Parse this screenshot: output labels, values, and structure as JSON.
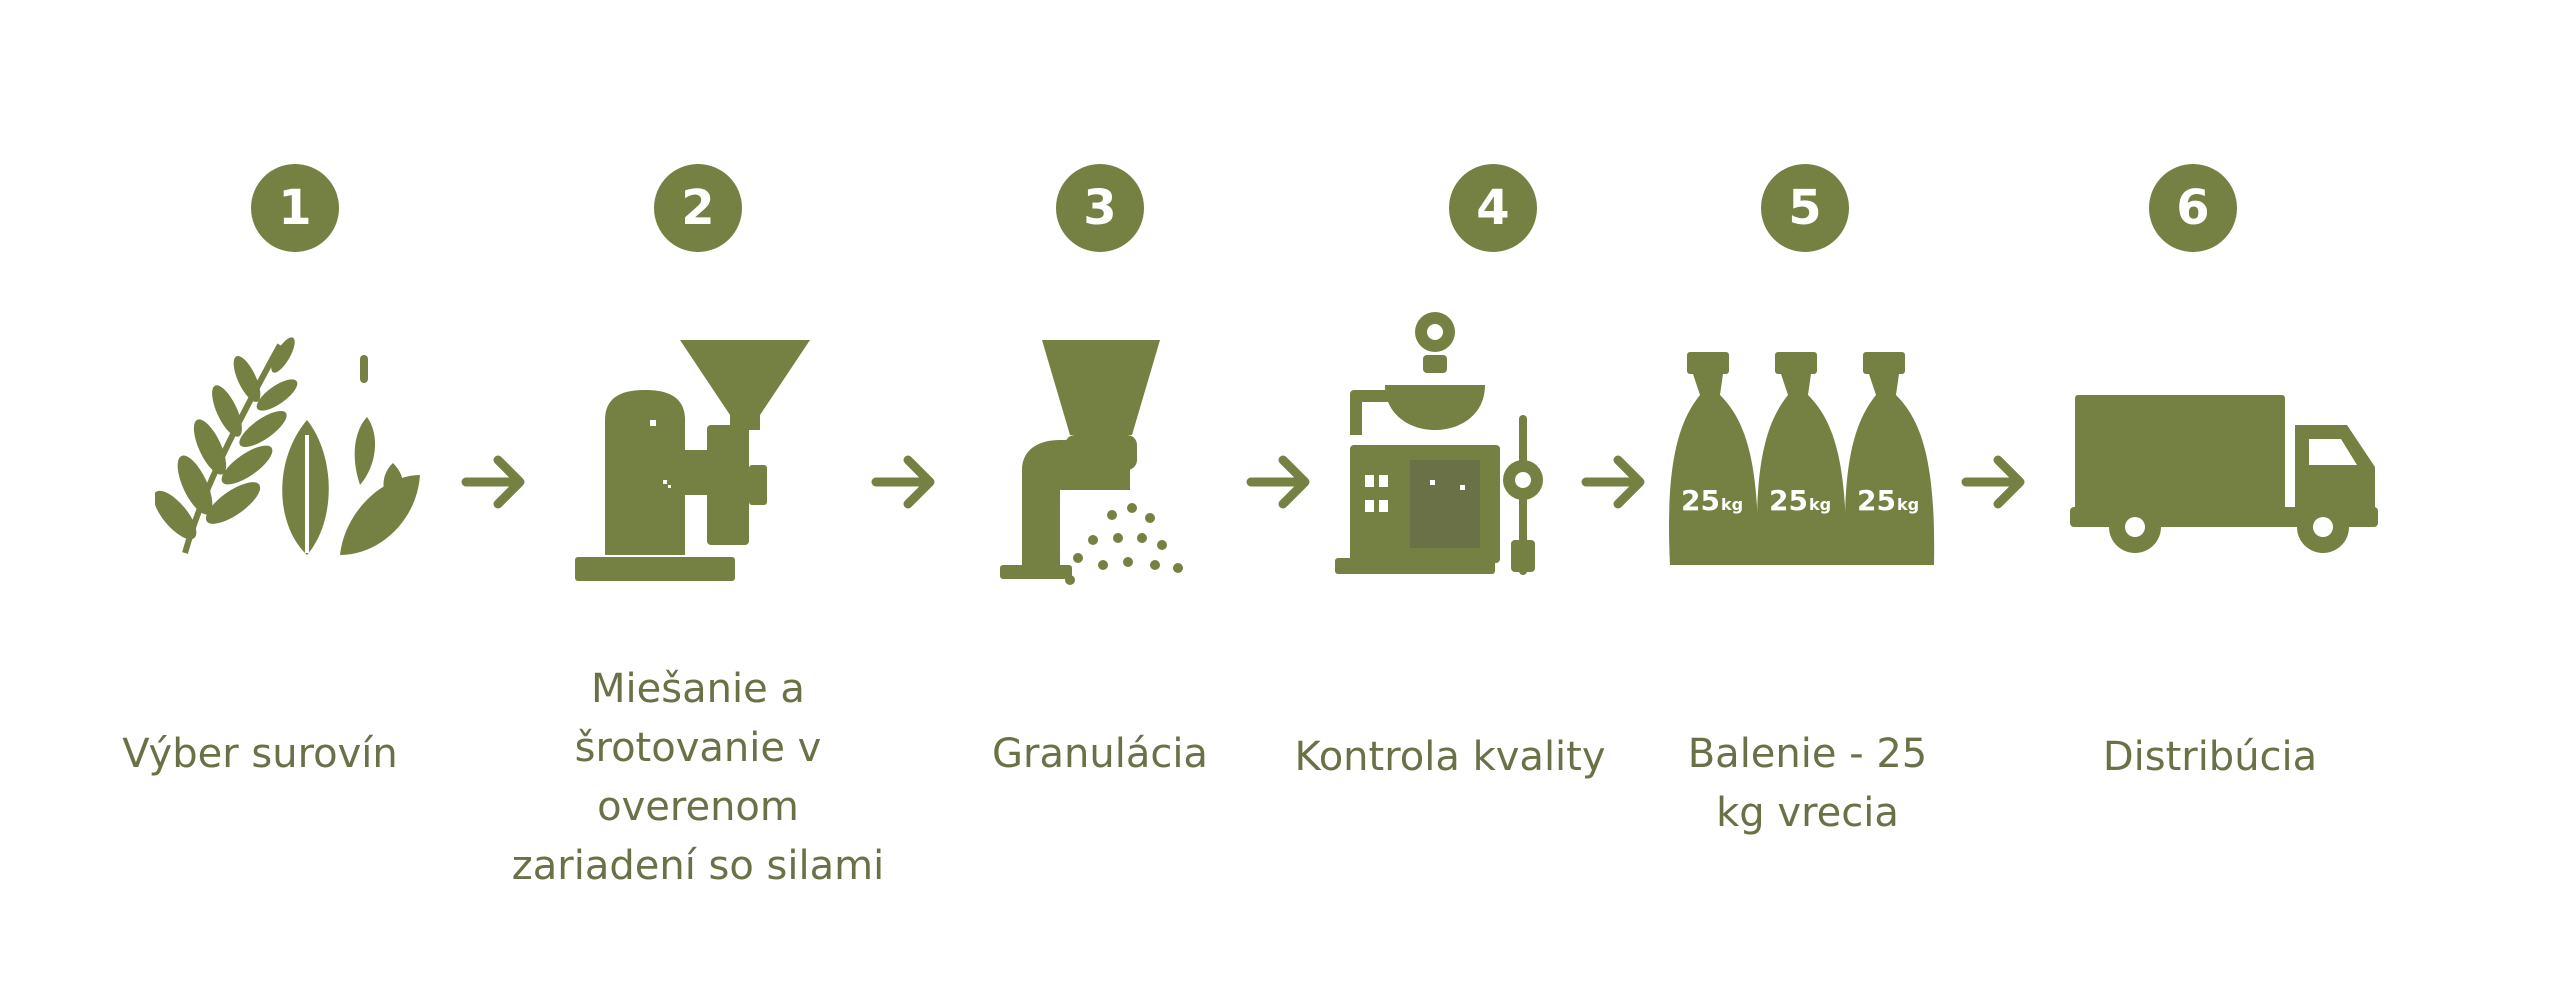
{
  "colors": {
    "accent": "#758043",
    "text": "#6b7146",
    "background": "#ffffff"
  },
  "steps": [
    {
      "number": "1",
      "label": "Výber surovín",
      "icon": "wheat-leaves-icon"
    },
    {
      "number": "2",
      "label": "Miešanie a\nšrotovanie  v\noverenom\nzariadení so silami",
      "icon": "grinder-icon"
    },
    {
      "number": "3",
      "label": "Granulácia",
      "icon": "pellet-mill-icon"
    },
    {
      "number": "4",
      "label": "Kontrola kvality",
      "icon": "quality-control-machine-icon"
    },
    {
      "number": "5",
      "label": "Balenie - 25\nkg vrecia",
      "icon": "sacks-icon"
    },
    {
      "number": "6",
      "label": "Distribúcia",
      "icon": "truck-icon"
    }
  ],
  "sacks": {
    "weight_labels": [
      "25",
      "25",
      "25"
    ],
    "unit_labels": [
      "kg",
      "kg",
      "kg"
    ]
  }
}
